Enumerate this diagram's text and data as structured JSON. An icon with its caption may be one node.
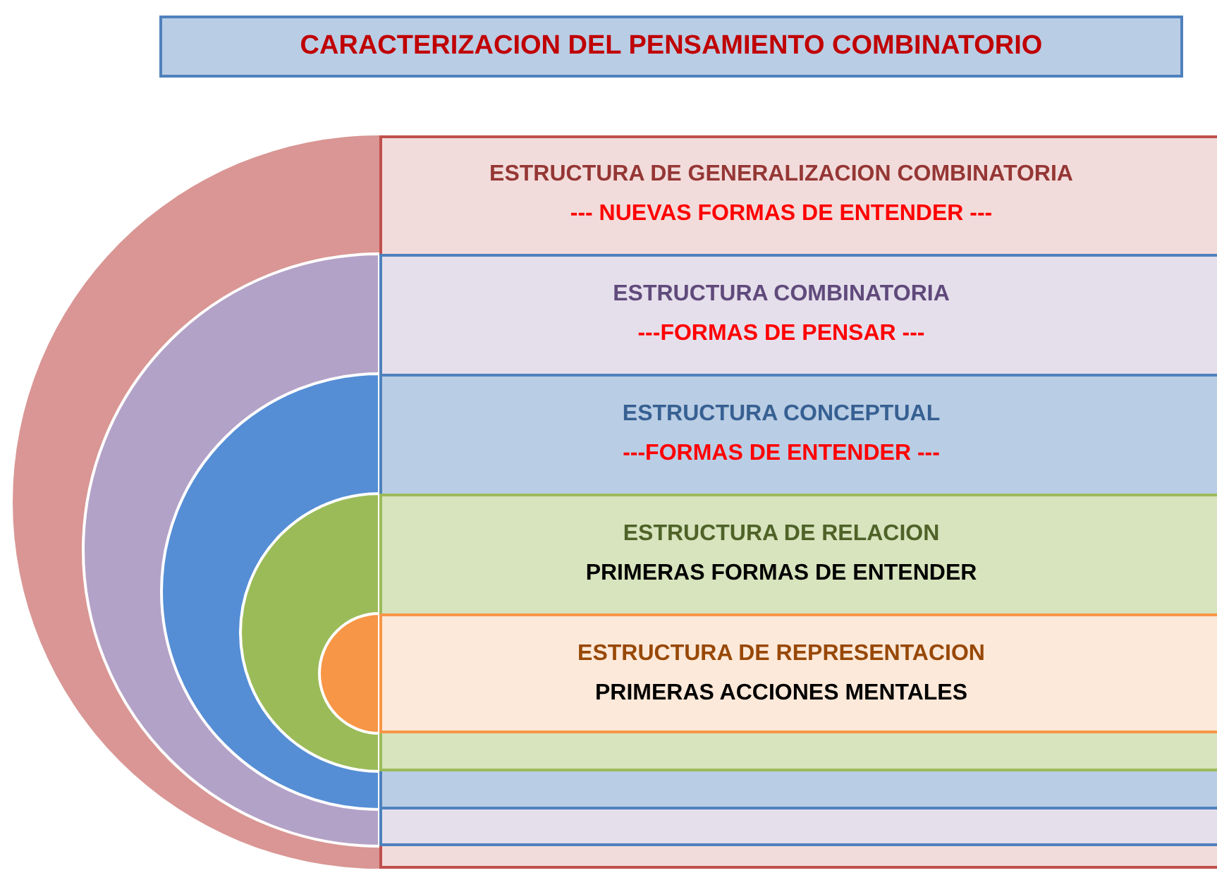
{
  "diagram": {
    "title": "CARACTERIZACION DEL PENSAMIENTO COMBINATORIO",
    "nodes": [
      {
        "text": [
          "ESTRUCTURA DE GENERALIZACION COMBINATORIA",
          "--- NUEVAS FORMAS DE ENTENDER ---"
        ]
      },
      {
        "text": [
          "ESTRUCTURA COMBINATORIA",
          "---FORMAS DE PENSAR ---"
        ],
        "in": 0
      },
      {
        "text": [
          "ESTRUCTURA CONCEPTUAL",
          "---FORMAS DE ENTENDER ---"
        ],
        "in": 1
      },
      {
        "text": [
          "ESTRUCTURA DE RELACION",
          "PRIMERAS FORMAS DE ENTENDER"
        ],
        "in": 2
      },
      {
        "text": [
          "ESTRUCTURA DE REPRESENTACION",
          "PRIMERAS ACCIONES MENTALES"
        ],
        "in": 3
      }
    ]
  }
}
